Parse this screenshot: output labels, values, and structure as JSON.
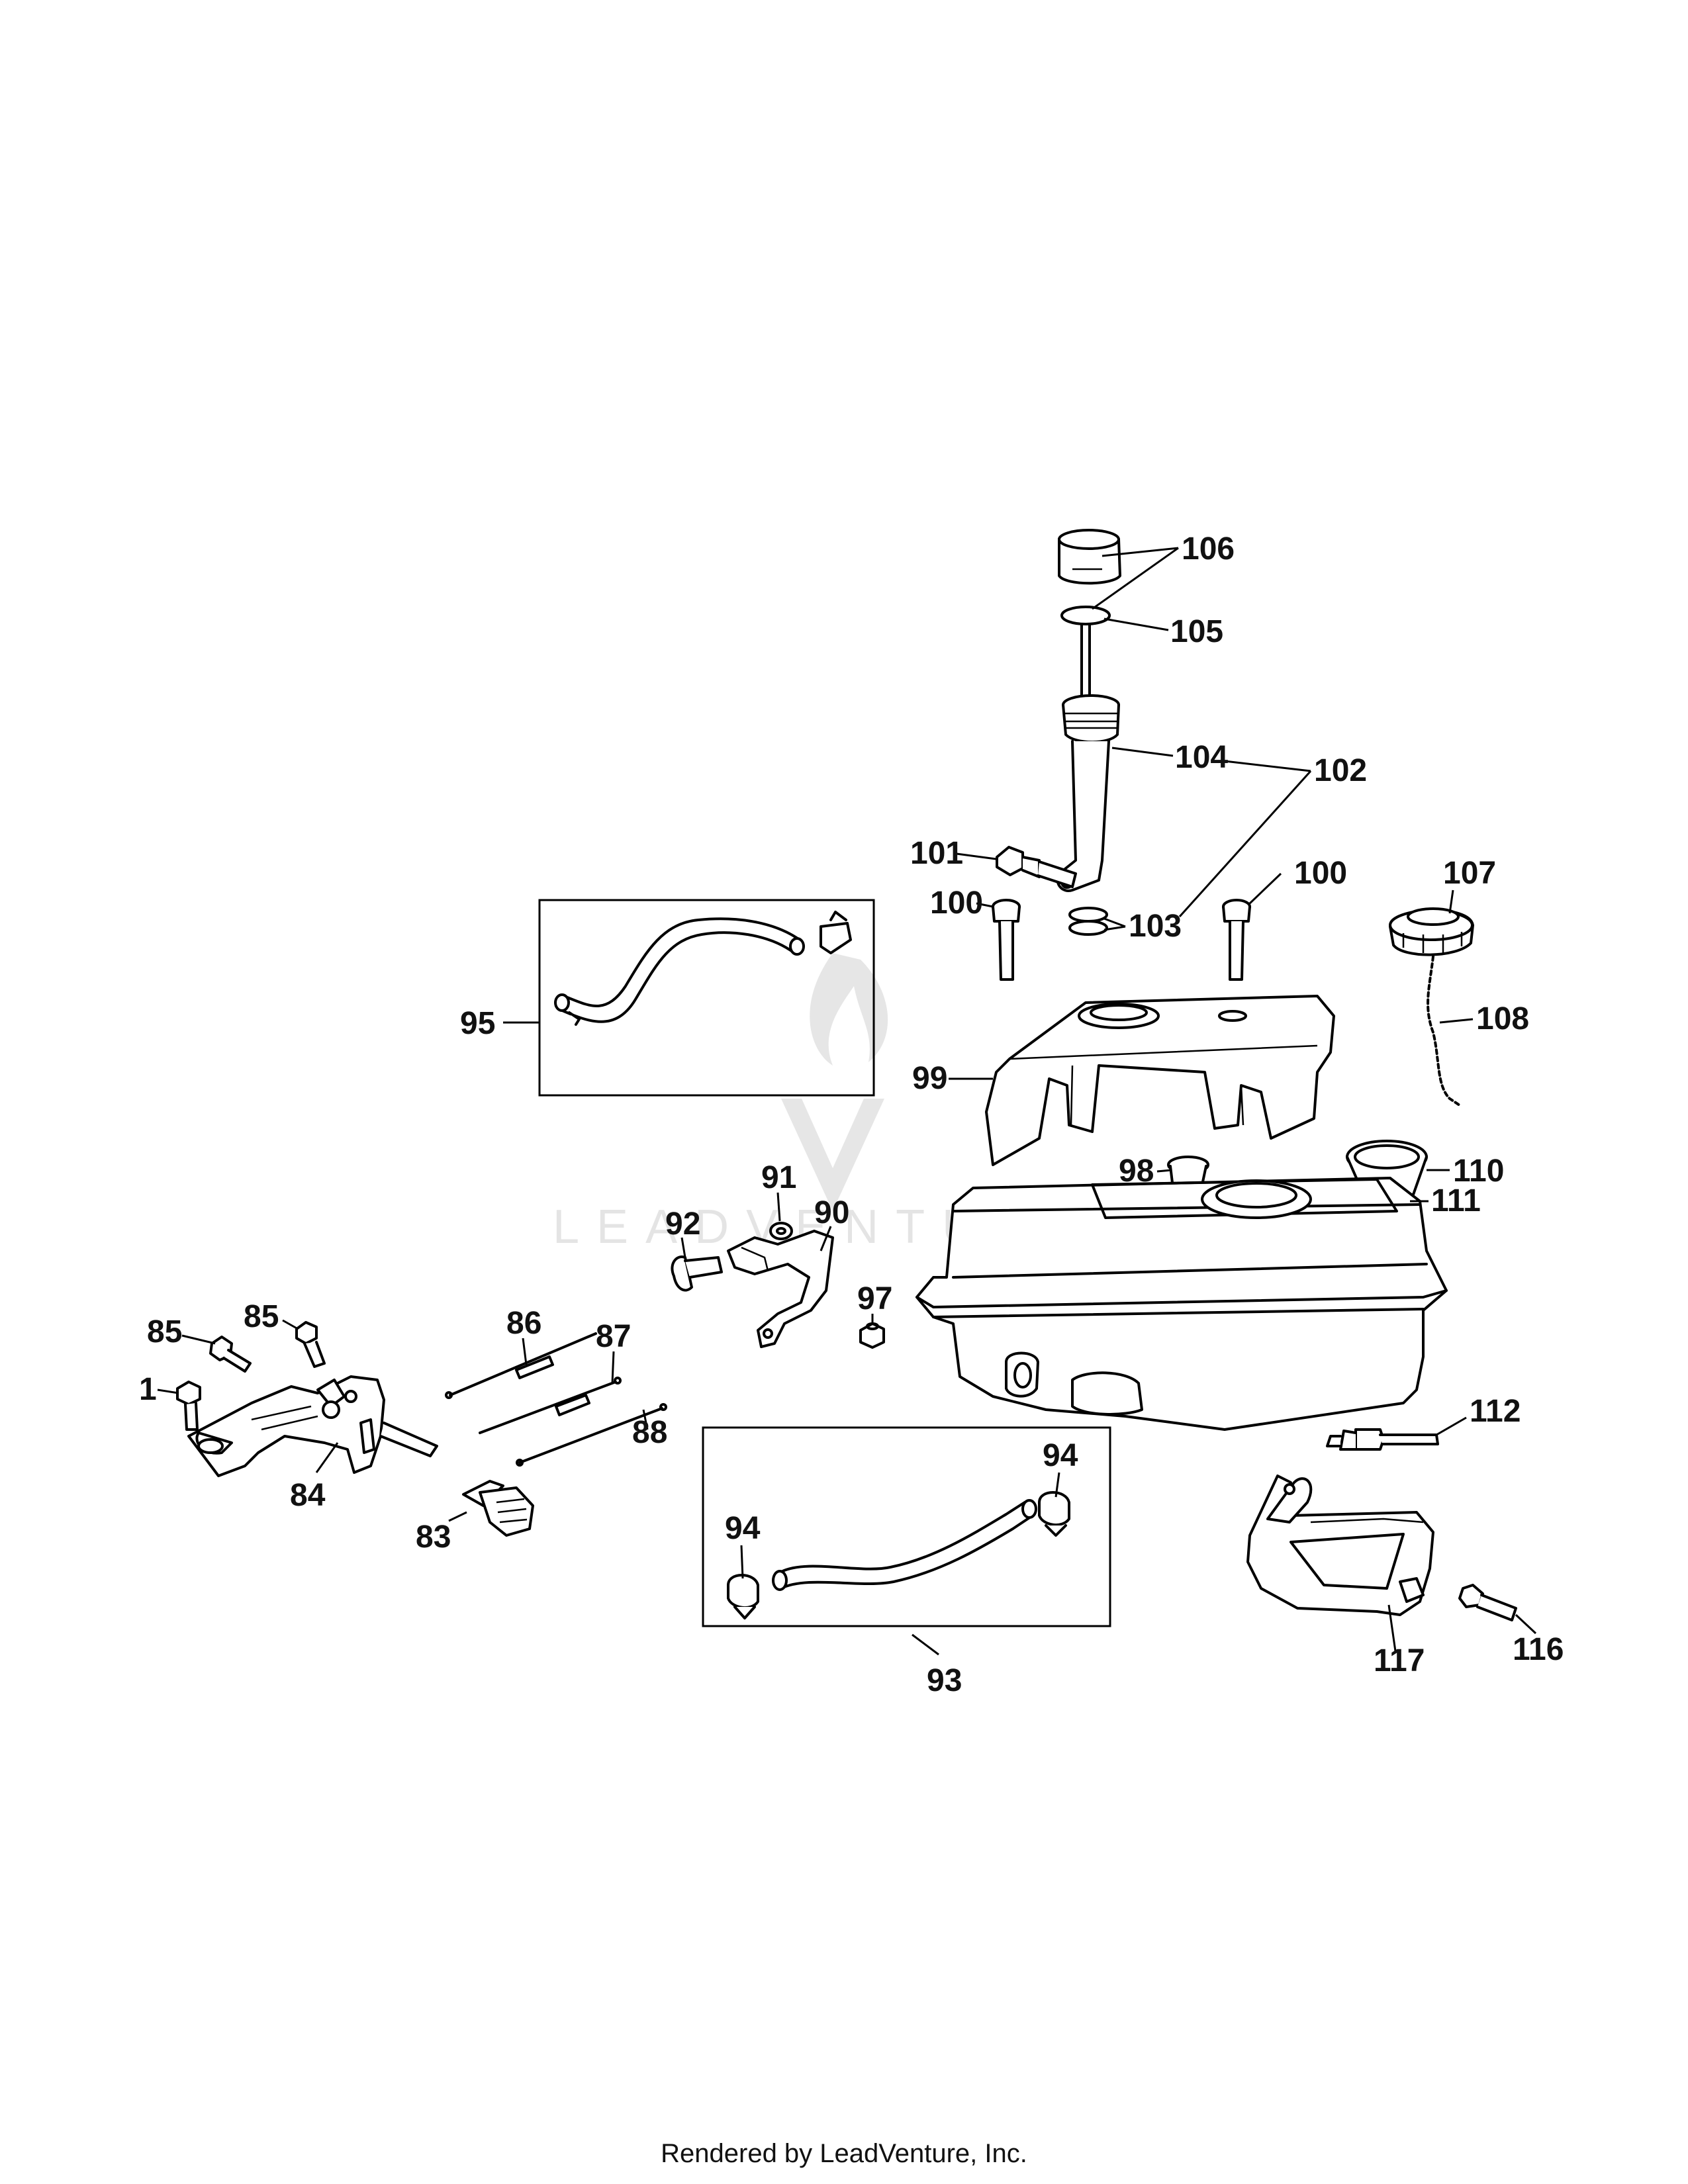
{
  "footer": "Rendered by LeadVenture, Inc.",
  "watermark": "LEADVENTURE",
  "callouts": [
    "106",
    "105",
    "104",
    "102",
    "101",
    "100",
    "100",
    "103",
    "107",
    "108",
    "110",
    "95",
    "99",
    "98",
    "111",
    "91",
    "92",
    "90",
    "97",
    "85",
    "85",
    "86",
    "87",
    "1",
    "88",
    "84",
    "83",
    "94",
    "94",
    "93",
    "112",
    "117",
    "116"
  ]
}
